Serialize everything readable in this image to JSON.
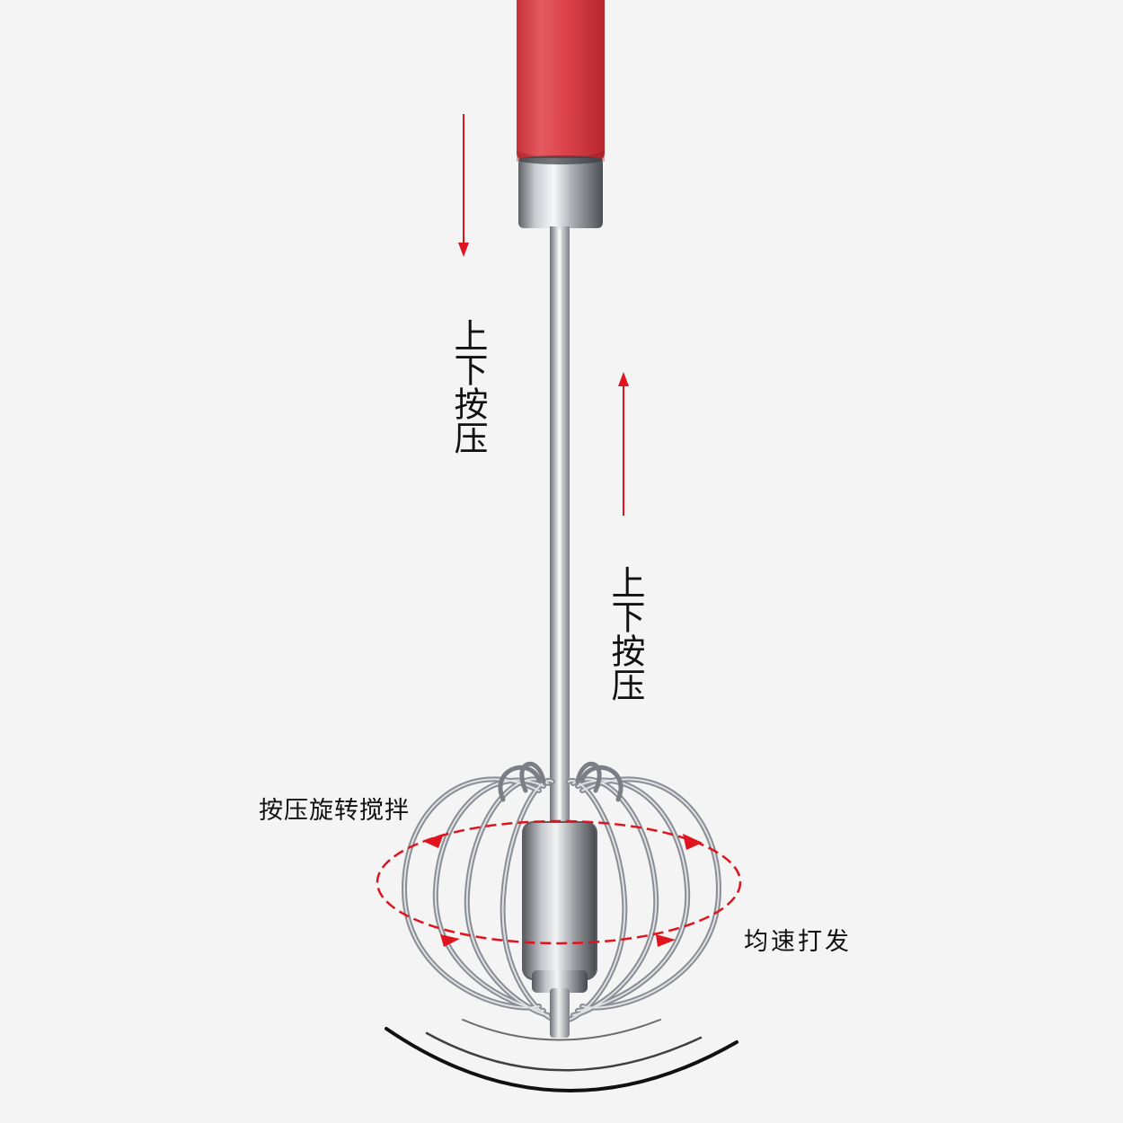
{
  "labels": {
    "press_up_down_left": "上下按压",
    "press_up_down_right": "上下按压",
    "press_rotate_stir": "按压旋转搅拌",
    "even_speed_whip": "均速打发"
  },
  "colors": {
    "background": "#f4f4f4",
    "handle_red": "#d93a42",
    "arrow_red": "#e0141e",
    "steel": "#9aa0a6"
  },
  "icons": {
    "down_arrow": "arrow-down-icon",
    "up_arrow": "arrow-up-icon",
    "rotation": "rotation-ellipse-icon"
  }
}
